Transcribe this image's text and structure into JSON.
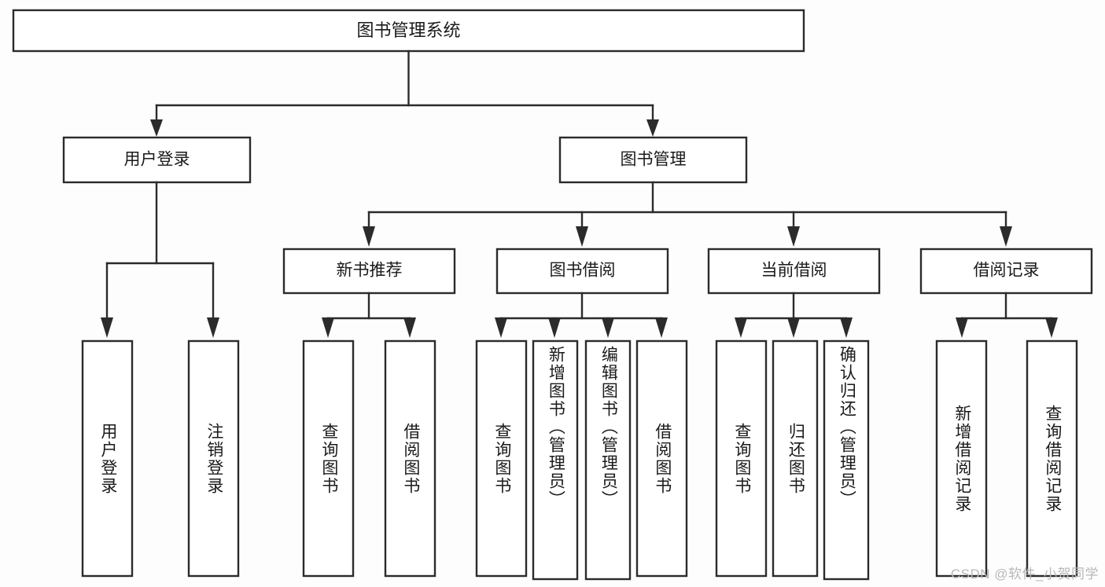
{
  "diagram": {
    "type": "tree",
    "title": "图书管理系统",
    "watermark": "CSDN @软件_小贺同学",
    "colors": {
      "background": "#fdfdfd",
      "box_fill": "#ffffff",
      "stroke": "#2b2b2b",
      "text": "#1a1a1a",
      "watermark": "#b8b8b8"
    },
    "root": {
      "label": "图书管理系统"
    },
    "level2": [
      {
        "label": "用户登录"
      },
      {
        "label": "图书管理"
      }
    ],
    "level3": [
      {
        "label": "新书推荐"
      },
      {
        "label": "图书借阅"
      },
      {
        "label": "当前借阅"
      },
      {
        "label": "借阅记录"
      }
    ],
    "leaves": {
      "user_login": [
        {
          "label": "用户登录"
        },
        {
          "label": "注销登录"
        }
      ],
      "new_book_recommend": [
        {
          "label": "查询图书"
        },
        {
          "label": "借阅图书"
        }
      ],
      "book_borrow": [
        {
          "label": "查询图书"
        },
        {
          "label": "新增图书（管理员）"
        },
        {
          "label": "编辑图书（管理员）"
        },
        {
          "label": "借阅图书"
        }
      ],
      "current_borrow": [
        {
          "label": "查询图书"
        },
        {
          "label": "归还图书"
        },
        {
          "label": "确认归还（管理员）"
        }
      ],
      "borrow_record": [
        {
          "label": "新增借阅记录"
        },
        {
          "label": "查询借阅记录"
        }
      ]
    }
  }
}
